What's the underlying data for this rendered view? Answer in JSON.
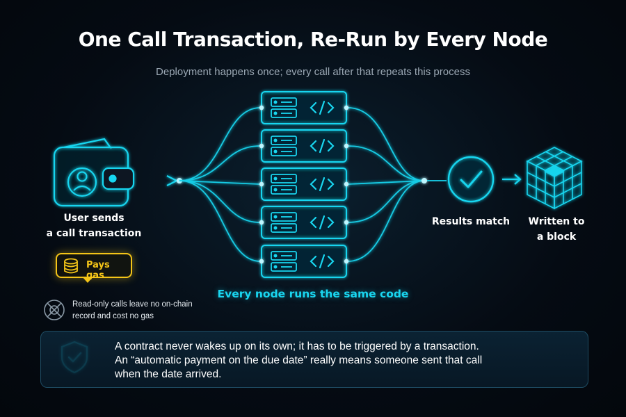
{
  "header": {
    "title": "One Call Transaction, Re-Run by Every Node",
    "subtitle": "Deployment happens once; every call after that repeats this process"
  },
  "user": {
    "label_line1": "User sends",
    "label_line2": "a call transaction",
    "icon": "wallet-user-icon"
  },
  "gas": {
    "label": "Pays gas",
    "icon": "coins-icon"
  },
  "nodes": {
    "count": 5,
    "caption": "Every node runs the same code",
    "icons": [
      "server-icon",
      "code-icon"
    ]
  },
  "results": {
    "label": "Results match",
    "icon": "checkmark-circle-icon"
  },
  "block": {
    "label_line1": "Written to",
    "label_line2": "a block",
    "icon": "cube-block-icon"
  },
  "readonly_note": {
    "line1": "Read-only calls leave no on-chain",
    "line2": "record and cost no gas",
    "icon": "no-record-icon"
  },
  "note": {
    "line1": "A contract never wakes up on its own; it has to be triggered by a transaction.",
    "line2": "An “automatic payment on the due date” really means someone sent that call",
    "line3": "when the date arrived.",
    "icon": "shield-check-icon"
  },
  "colors": {
    "accent": "#19d6f0",
    "gas": "#f5c518",
    "background": "#050b13"
  }
}
